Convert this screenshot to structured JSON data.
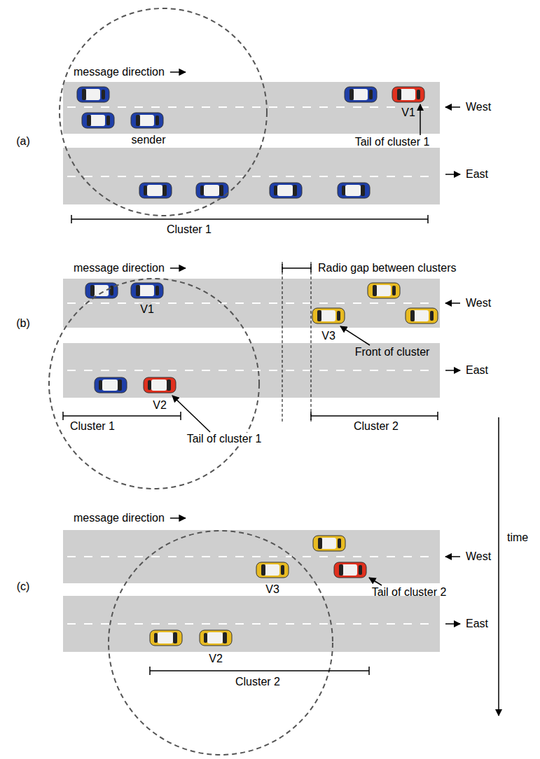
{
  "diagram": {
    "labels": [
      "(a)",
      "message direction",
      "sender",
      "V1",
      "Tail of cluster 1",
      "West",
      "East",
      "Cluster 1",
      "(b)",
      "message direction",
      "Radio gap between clusters",
      "V1",
      "V2",
      "V3",
      "Front of cluster",
      "Tail of cluster 1",
      "West",
      "East",
      "Cluster 1",
      "Cluster 2",
      "(c)",
      "message direction",
      "V3",
      "Tail of cluster 2",
      "West",
      "East",
      "V2",
      "Cluster 2",
      "time"
    ]
  }
}
